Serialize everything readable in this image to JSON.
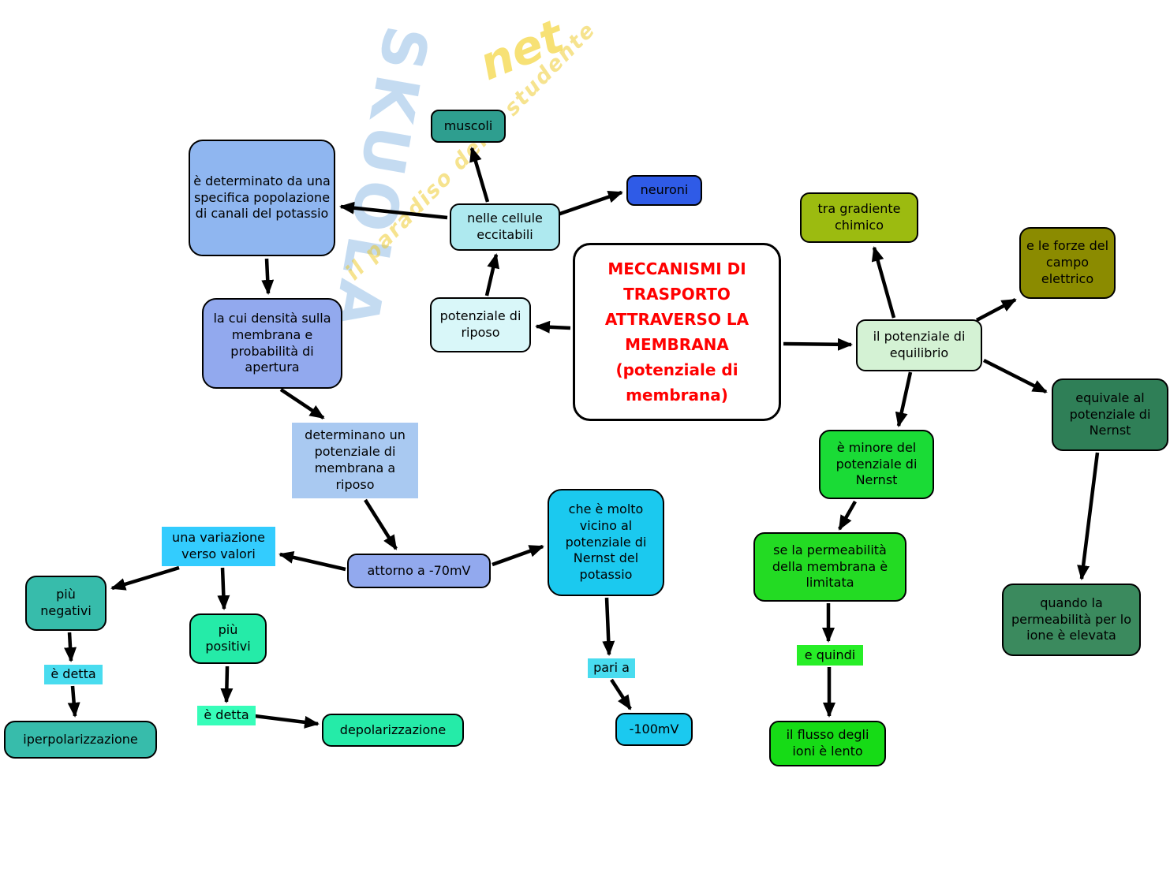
{
  "watermark": {
    "brand": "SKUOLA",
    "suffix": "net",
    "tagline": "il paradiso dello studente"
  },
  "nodes": {
    "central": {
      "label": "MECCANISMI DI TRASPORTO ATTRAVERSO LA MEMBRANA (potenziale di membrana)",
      "color": "#ffffff",
      "text_color": "#ff0000"
    },
    "muscoli": {
      "label": "muscoli",
      "color": "#2e9e8f"
    },
    "neuroni": {
      "label": "neuroni",
      "color": "#2f5be7"
    },
    "nelleCellule": {
      "label": "nelle cellule eccitabili",
      "color": "#aee9ef"
    },
    "determinato": {
      "label": "è determinato da una specifica popolazione di canali del potassio",
      "color": "#8fb6f0"
    },
    "densita": {
      "label": "la cui densità sulla membrana e probabilità di apertura",
      "color": "#92a9ee"
    },
    "riposo": {
      "label": "potenziale di riposo",
      "color": "#d9f7f9"
    },
    "gradiente": {
      "label": "tra gradiente chimico",
      "color": "#9cbb10"
    },
    "forze": {
      "label": "e le forze del campo elettrico",
      "color": "#8b8b00"
    },
    "equilibrio": {
      "label": "il potenziale di equilibrio",
      "color": "#d4f2d4"
    },
    "equivale": {
      "label": "equivale al potenziale di Nernst",
      "color": "#2f7f57"
    },
    "minore": {
      "label": "è minore del potenziale di Nernst",
      "color": "#1adb36"
    },
    "determinano": {
      "label": "determinano un potenziale di membrana a riposo",
      "color": "#a9c9f1"
    },
    "permeabLimitata": {
      "label": "se la permeabilità della membrana è limitata",
      "color": "#23db23"
    },
    "vicinoNernst": {
      "label": "che è molto vicino al potenziale di Nernst del potassio",
      "color": "#1bc9ef"
    },
    "attorno70": {
      "label": "attorno a -70mV",
      "color": "#92a9ee"
    },
    "variazione": {
      "label": "una variazione verso valori",
      "color": "#33ccfe"
    },
    "piuNegativi": {
      "label": "più negativi",
      "color": "#37bcab"
    },
    "piuPositivi": {
      "label": "più positivi",
      "color": "#25eba8"
    },
    "eDettaSx": {
      "label": "è detta",
      "color": "#49dcef"
    },
    "iperpolarizzazione": {
      "label": "iperpolarizzazione",
      "color": "#37bcab"
    },
    "eDettaDx": {
      "label": "è detta",
      "color": "#37fdb9"
    },
    "depolarizzazione": {
      "label": "depolarizzazione",
      "color": "#25eba8"
    },
    "pariA": {
      "label": "pari a",
      "color": "#49dcef"
    },
    "minus100": {
      "label": "-100mV",
      "color": "#1bc9ef"
    },
    "eQuindi": {
      "label": "e quindi",
      "color": "#27ee27"
    },
    "flussoLento": {
      "label": "il flusso degli ioni è lento",
      "color": "#16db16"
    },
    "permeabElevata": {
      "label": "quando la permeabilità per lo ione è elevata",
      "color": "#3b8a5e"
    }
  },
  "edges": [
    {
      "from": "nelleCellule",
      "to": "muscoli"
    },
    {
      "from": "nelleCellule",
      "to": "neuroni"
    },
    {
      "from": "nelleCellule",
      "to": "determinato"
    },
    {
      "from": "determinato",
      "to": "densita"
    },
    {
      "from": "densita",
      "to": "determinano"
    },
    {
      "from": "riposo",
      "to": "nelleCellule"
    },
    {
      "from": "central",
      "to": "riposo"
    },
    {
      "from": "central",
      "to": "equilibrio"
    },
    {
      "from": "equilibrio",
      "to": "gradiente"
    },
    {
      "from": "equilibrio",
      "to": "forze"
    },
    {
      "from": "equilibrio",
      "to": "equivale"
    },
    {
      "from": "equilibrio",
      "to": "minore"
    },
    {
      "from": "minore",
      "to": "permeabLimitata"
    },
    {
      "from": "permeabLimitata",
      "to": "eQuindi"
    },
    {
      "from": "eQuindi",
      "to": "flussoLento"
    },
    {
      "from": "equivale",
      "to": "permeabElevata"
    },
    {
      "from": "determinano",
      "to": "attorno70"
    },
    {
      "from": "attorno70",
      "to": "vicinoNernst"
    },
    {
      "from": "attorno70",
      "to": "variazione"
    },
    {
      "from": "variazione",
      "to": "piuNegativi"
    },
    {
      "from": "variazione",
      "to": "piuPositivi"
    },
    {
      "from": "piuNegativi",
      "to": "eDettaSx"
    },
    {
      "from": "eDettaSx",
      "to": "iperpolarizzazione"
    },
    {
      "from": "piuPositivi",
      "to": "eDettaDx"
    },
    {
      "from": "eDettaDx",
      "to": "depolarizzazione"
    },
    {
      "from": "vicinoNernst",
      "to": "pariA"
    },
    {
      "from": "pariA",
      "to": "minus100"
    }
  ]
}
